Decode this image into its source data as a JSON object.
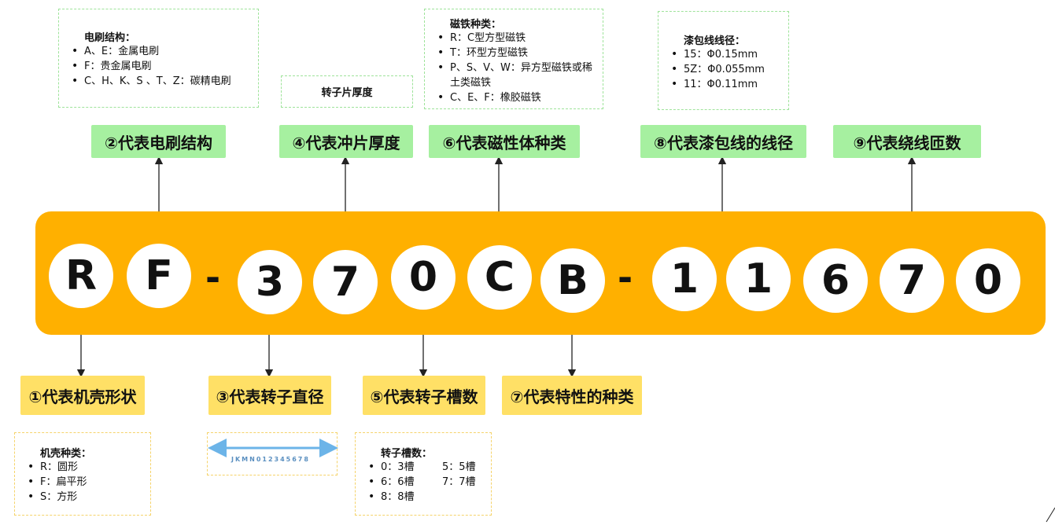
{
  "model_chars": [
    {
      "char": "R"
    },
    {
      "char": "F"
    },
    {
      "char": "-"
    },
    {
      "char": "3"
    },
    {
      "char": "7"
    },
    {
      "char": "0"
    },
    {
      "char": "C"
    },
    {
      "char": "B"
    },
    {
      "char": "-"
    },
    {
      "char": "1"
    },
    {
      "char": "1"
    },
    {
      "char": "6"
    },
    {
      "char": "7"
    },
    {
      "char": "0"
    }
  ],
  "top_tags": {
    "brush": "②代表电刷结构",
    "thickness": "④代表冲片厚度",
    "magnet": "⑥代表磁性体种类",
    "wire": "⑧代表漆包线的线径",
    "turns": "⑨代表绕线匝数"
  },
  "bottom_tags": {
    "housing": "①代表机壳形状",
    "diameter": "③代表转子直径",
    "slots": "⑤代表转子槽数",
    "characteristic": "⑦代表特性的种类"
  },
  "brush_box": {
    "title": "电刷结构：",
    "items": [
      "A、E：金属电刷",
      "F：贵金属电刷",
      "C、H、K、S 、T、Z：碳精电刷"
    ]
  },
  "thickness_box": {
    "title": "转子片厚度"
  },
  "magnet_box": {
    "title": "磁铁种类：",
    "items": [
      "R：C型方型磁铁",
      "T：环型方型磁铁",
      "P、S、V、W：异方型磁铁或稀土类磁铁",
      "C、E、F：橡胶磁铁"
    ]
  },
  "wire_box": {
    "title": "漆包线线径：",
    "items": [
      "15：Φ0.15mm",
      "5Z：Φ0.055mm",
      "11：Φ0.11mm"
    ]
  },
  "housing_box": {
    "title": "机壳种类：",
    "items": [
      "R：圆形",
      "F：扁平形",
      "S：方形"
    ]
  },
  "diameter_box": {
    "ruler_text": "JKMN012345678"
  },
  "slots_box": {
    "title": "转子槽数：",
    "items": [
      "0：3槽",
      "5：5槽",
      "6：6槽",
      "7：7槽",
      "8：8槽"
    ]
  },
  "colors": {
    "band": "#FFB000",
    "green_tag": "#A6F0A0",
    "yellow_tag": "#FFE066",
    "ruler": "#6CB4E8"
  }
}
